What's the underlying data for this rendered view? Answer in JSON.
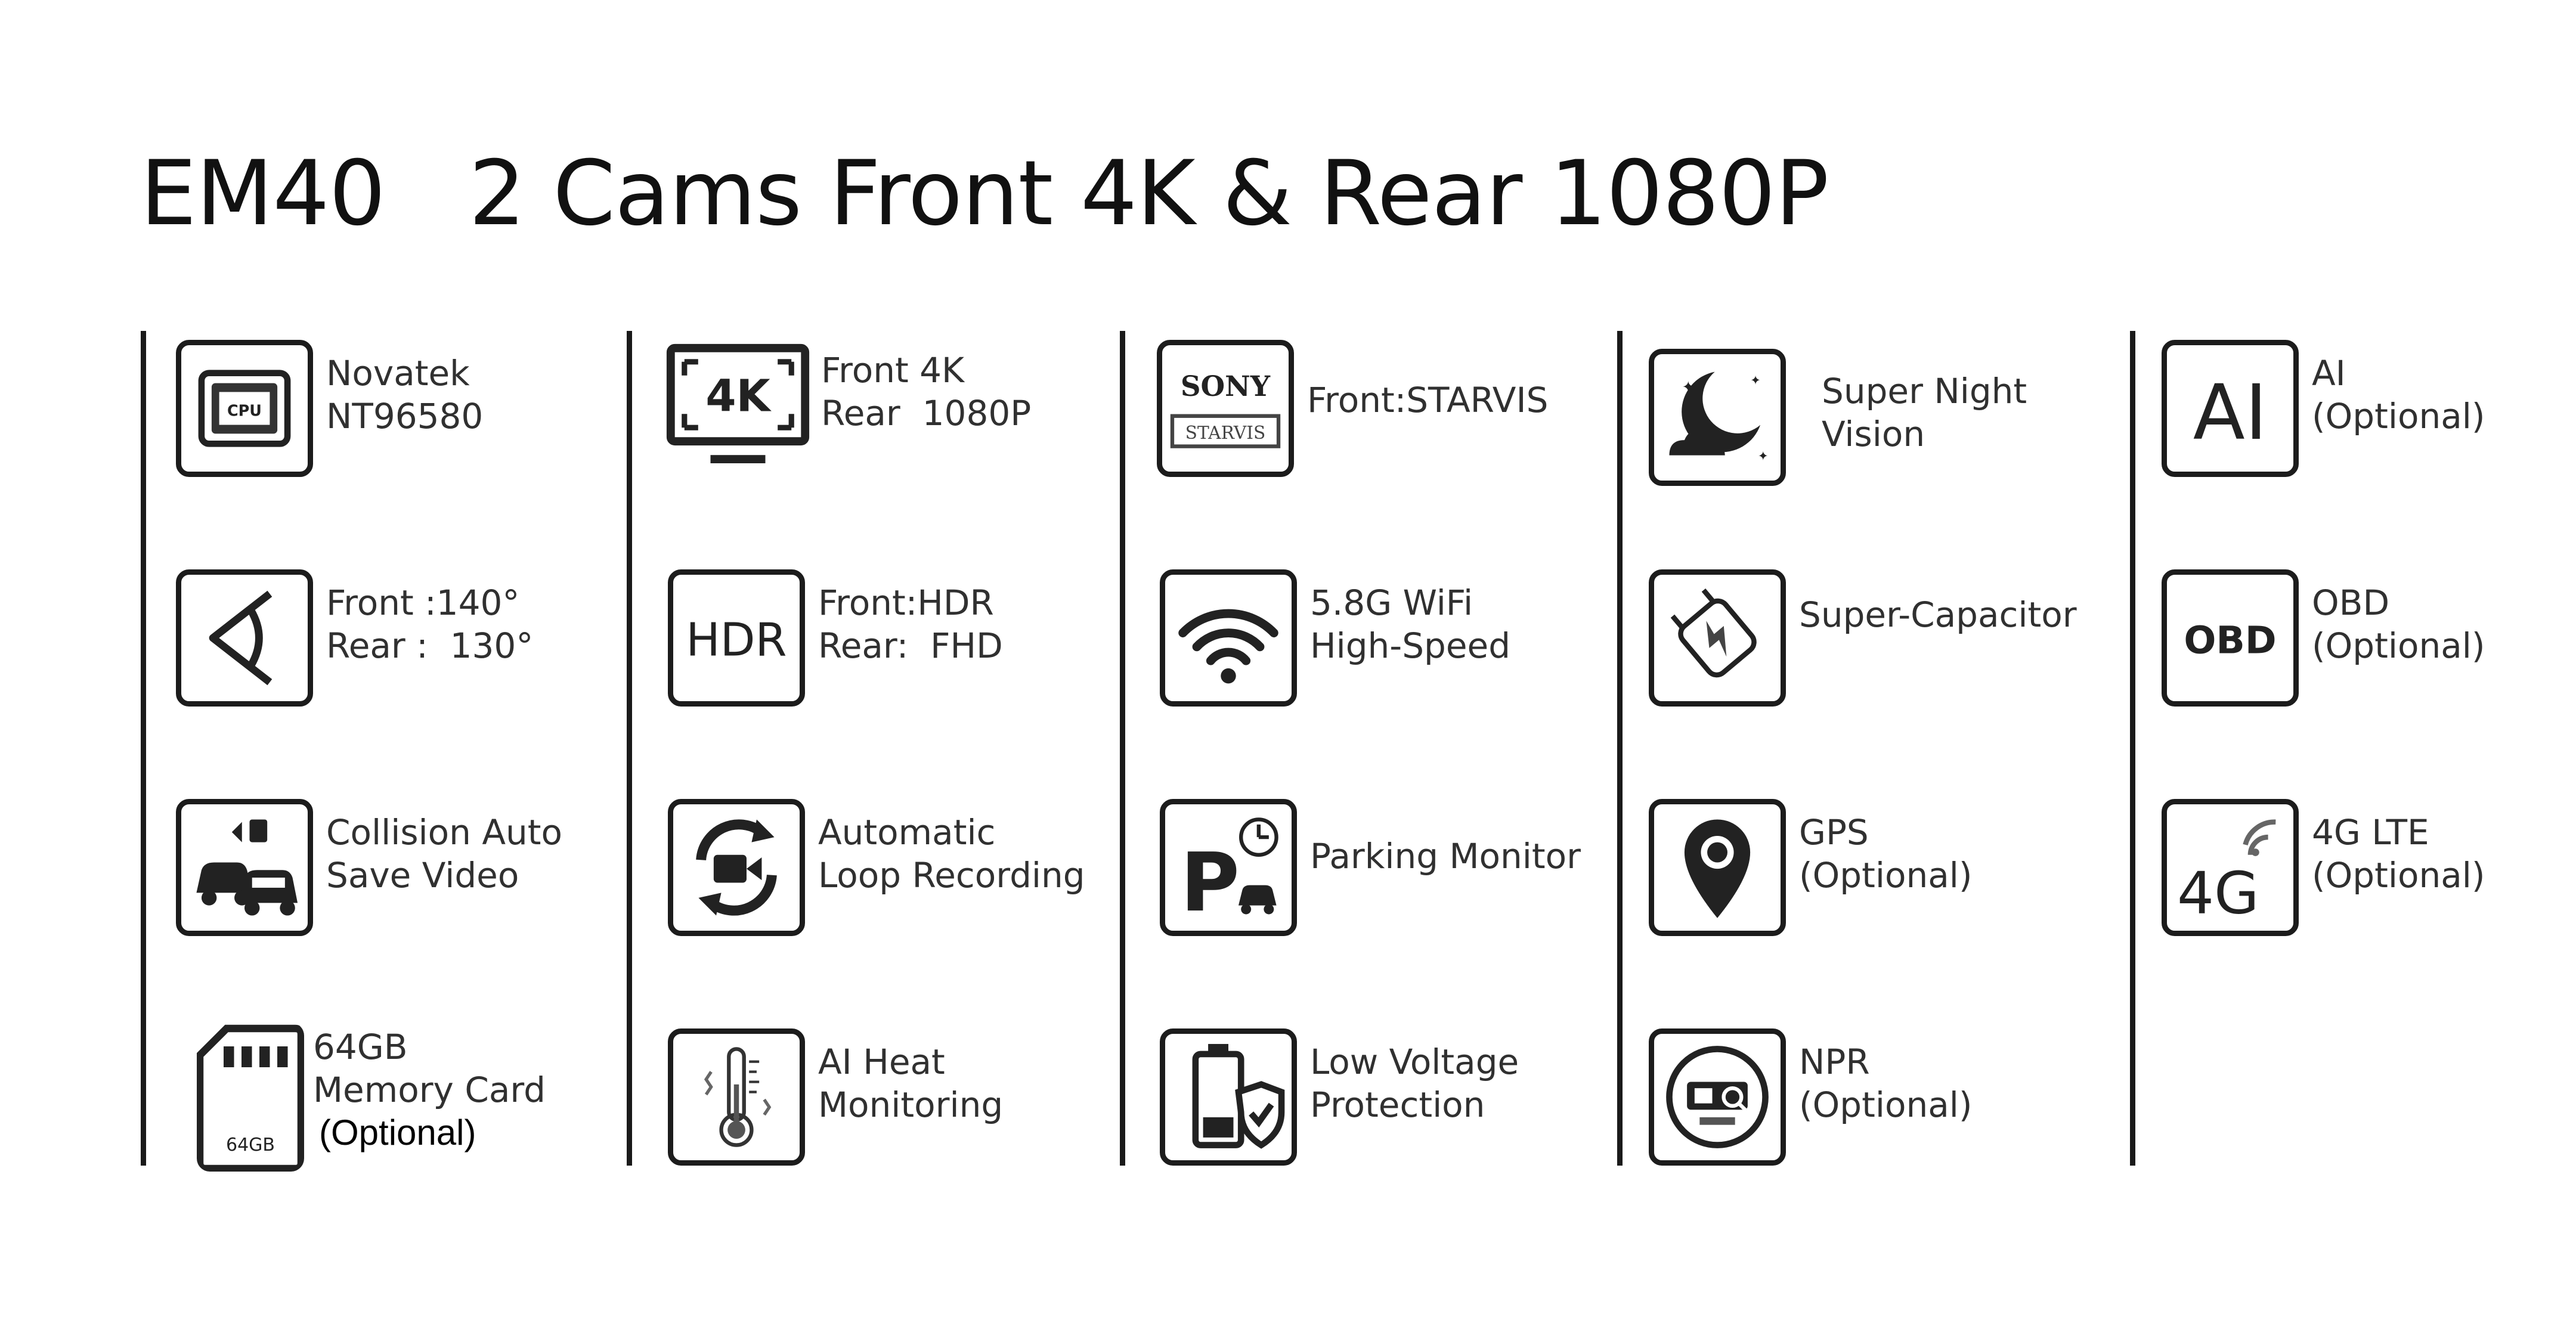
{
  "title": "EM40   2 Cams Front 4K & Rear 1080P",
  "features": {
    "cpu": {
      "lines": [
        "Novatek",
        "NT96580"
      ],
      "icon": "cpu-chip-icon",
      "chip_label": "CPU"
    },
    "angle": {
      "lines": [
        "Front :140°",
        "Rear :  130°"
      ],
      "icon": "viewing-angle-icon"
    },
    "collision": {
      "lines": [
        "Collision Auto",
        "Save Video"
      ],
      "icon": "car-collision-icon"
    },
    "memory": {
      "lines": [
        "64GB",
        "Memory Card",
        "(Optional)"
      ],
      "icon": "sd-card-icon",
      "card_label": "64GB"
    },
    "resolution": {
      "lines": [
        "Front 4K",
        "Rear  1080P"
      ],
      "icon": "4k-monitor-icon",
      "badge": "4K"
    },
    "hdr": {
      "lines": [
        "Front:HDR",
        "Rear:  FHD"
      ],
      "icon": "hdr-icon",
      "badge": "HDR"
    },
    "loop": {
      "lines": [
        "Automatic",
        "Loop Recording"
      ],
      "icon": "loop-recording-icon"
    },
    "heat": {
      "lines": [
        "AI Heat",
        "Monitoring"
      ],
      "icon": "thermometer-icon"
    },
    "sensor": {
      "lines": [
        "Front:STARVIS"
      ],
      "icon": "sony-starvis-icon",
      "brand": "SONY",
      "sub": "STARVIS"
    },
    "wifi": {
      "lines": [
        "5.8G WiFi",
        "High-Speed"
      ],
      "icon": "wifi-icon"
    },
    "parking": {
      "lines": [
        "Parking Monitor"
      ],
      "icon": "parking-monitor-icon",
      "letter": "P"
    },
    "voltage": {
      "lines": [
        "Low Voltage",
        "Protection"
      ],
      "icon": "battery-shield-icon"
    },
    "night": {
      "lines": [
        "Super Night",
        "Vision"
      ],
      "icon": "moon-night-icon"
    },
    "capacitor": {
      "lines": [
        "Super-Capacitor"
      ],
      "icon": "capacitor-icon"
    },
    "gps": {
      "lines": [
        "GPS",
        "(Optional)"
      ],
      "icon": "location-pin-icon"
    },
    "npr": {
      "lines": [
        "NPR",
        "(Optional)"
      ],
      "icon": "plate-recognition-icon"
    },
    "ai": {
      "lines": [
        "AI",
        "(Optional)"
      ],
      "icon": "ai-icon",
      "badge": "AI"
    },
    "obd": {
      "lines": [
        "OBD",
        "(Optional)"
      ],
      "icon": "obd-icon",
      "badge": "OBD"
    },
    "lte": {
      "lines": [
        "4G LTE",
        "(Optional)"
      ],
      "icon": "4g-signal-icon",
      "badge": "4G"
    }
  }
}
